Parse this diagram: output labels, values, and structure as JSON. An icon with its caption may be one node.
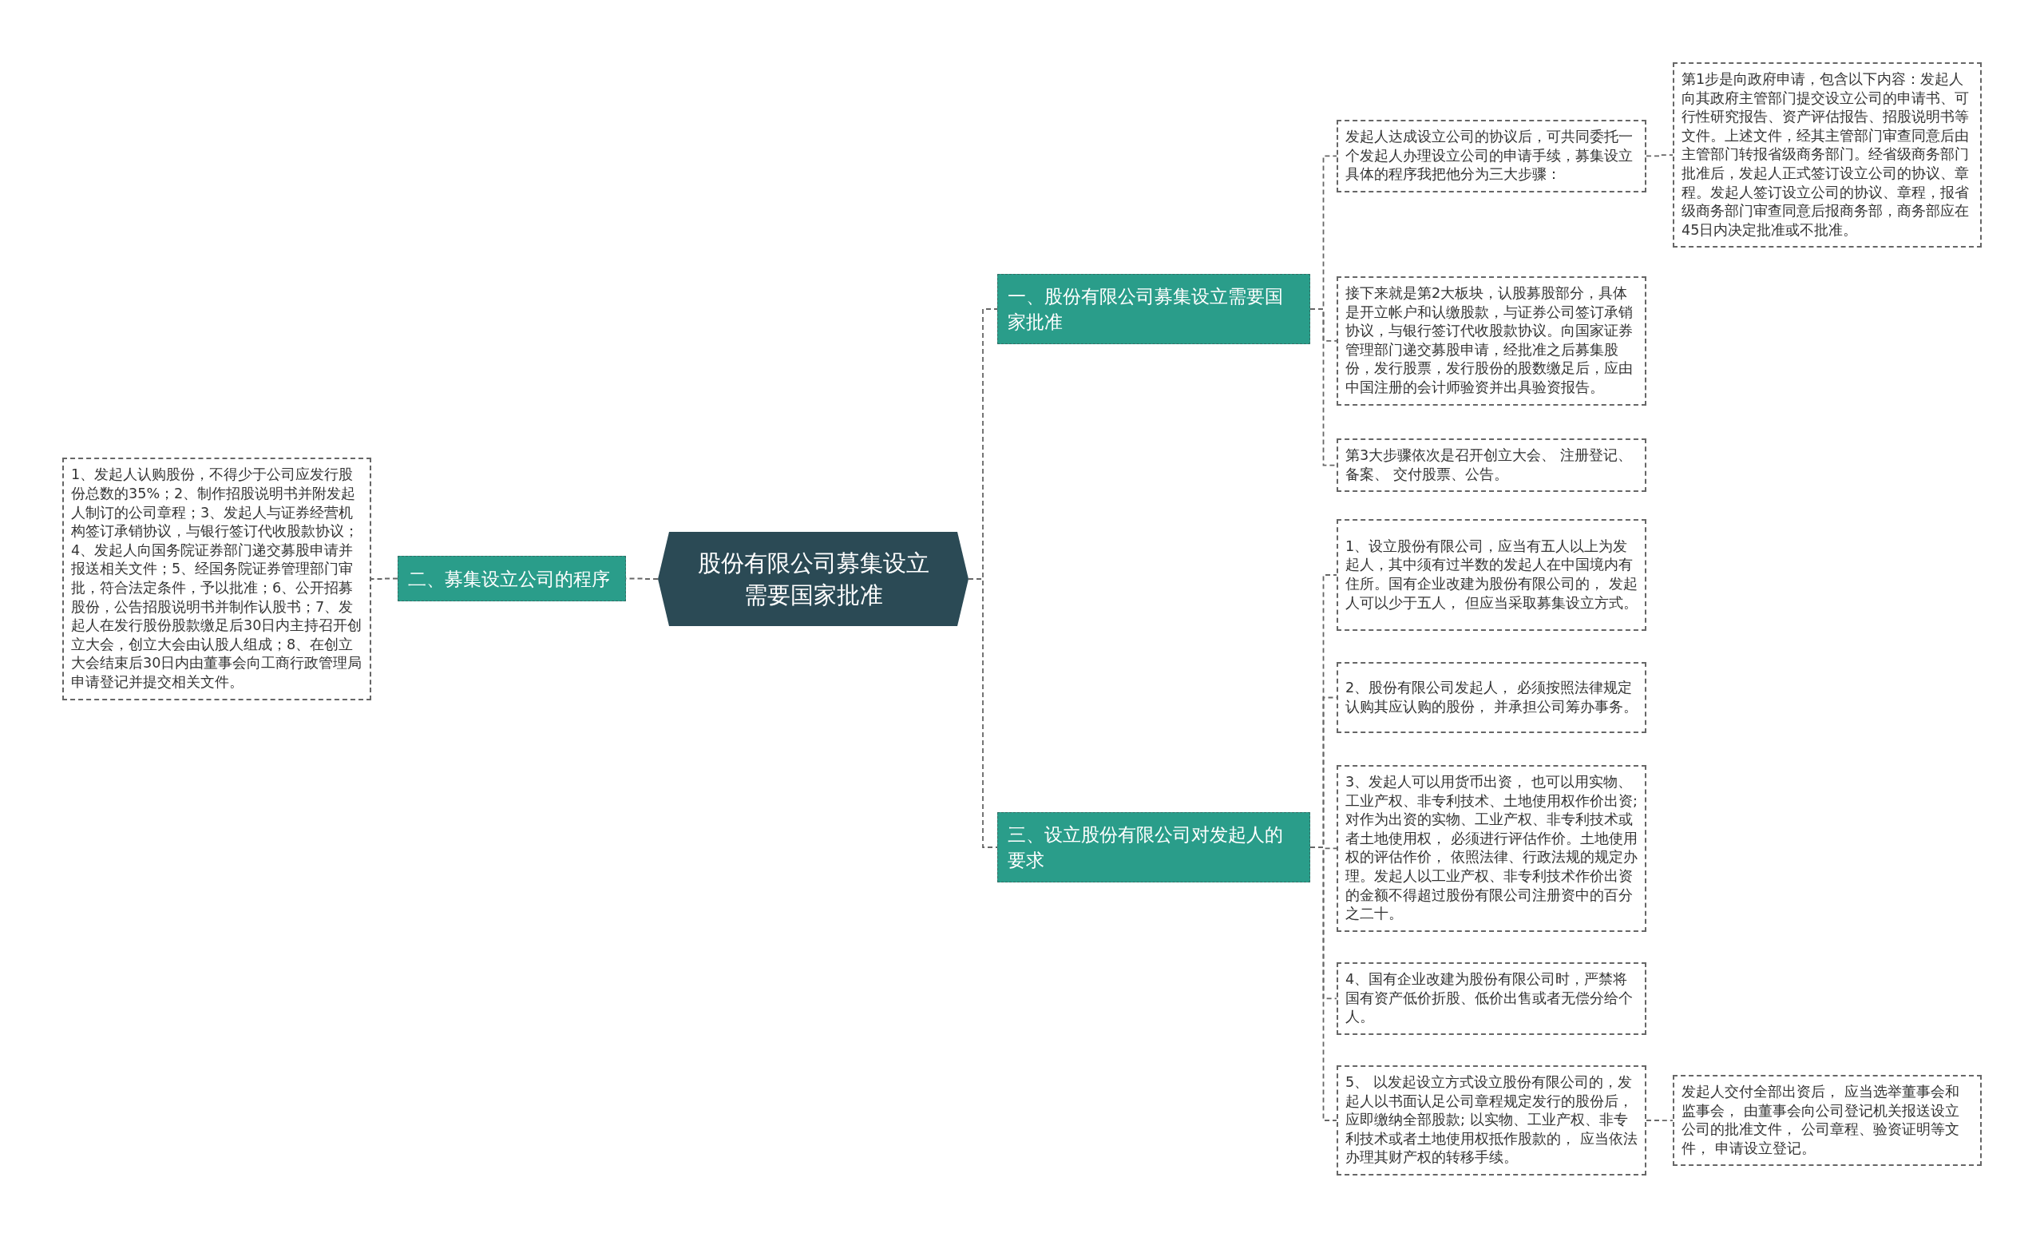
{
  "diagram": {
    "nodes": [
      {
        "text": [
          "股份有限公司募集设立需要国家批准"
        ]
      },
      {
        "text": [
          "一、股份有限公司募集设立需要国家批准"
        ]
      },
      {
        "text": [
          "二、募集设立公司的程序"
        ]
      },
      {
        "text": [
          "三、设立股份有限公司对发起人的要求"
        ]
      },
      {
        "text": [
          "1、发起人认购股份，不得少于公司应发行股份总数的35%；2、制作招股说明书并附发起人制订的公司章程；3、发起人与证券经营机构签订承销协议，与银行签订代收股款协议；4、发起人向国务院证券部门递交募股申请并报送相关文件；5、经国务院证券管理部门审批，符合法定条件，予以批准；6、公开招募股份，公告招股说明书并制作认股书；7、发起人在发行股份股款缴足后30日内主持召开创立大会，创立大会由认股人组成；8、在创立大会结束后30日内由董事会向工商行政管理局申请登记并提交相关文件。"
        ]
      },
      {
        "text": [
          "发起人达成设立公司的协议后，可共同委托一个发起人办理设立公司的申请手续，募集设立具体的程序我把他分为三大步骤："
        ]
      },
      {
        "text": [
          "第1步是向政府申请，包含以下内容：发起人向其政府主管部门提交设立公司的申请书、可行性研究报告、资产评估报告、招股说明书等文件。上述文件，经其主管部门审查同意后由主管部门转报省级商务部门。经省级商务部门批准后，发起人正式签订设立公司的协议、章程。发起人签订设立公司的协议、章程，报省级商务部门审查同意后报商务部，商务部应在45日内决定批准或不批准。"
        ]
      },
      {
        "text": [
          "接下来就是第2大板块，认股募股部分，具体是开立帐户和认缴股款，与证券公司签订承销协议，与银行签订代收股款协议。向国家证券管理部门递交募股申请，经批准之后募集股份，发行股票，发行股份的股数缴足后，应由中国注册的会计师验资并出具验资报告。"
        ]
      },
      {
        "text": [
          "第3大步骤依次是召开创立大会、 注册登记、备案、 交付股票、公告。"
        ]
      },
      {
        "text": [
          "1、设立股份有限公司，应当有五人以上为发起人，其中须有过半数的发起人在中国境内有住所。国有企业改建为股份有限公司的， 发起人可以少于五人， 但应当采取募集设立方式。"
        ]
      },
      {
        "text": [
          "2、股份有限公司发起人， 必须按照法律规定认购其应认购的股份， 并承担公司筹办事务。"
        ]
      },
      {
        "text": [
          "3、发起人可以用货币出资， 也可以用实物、工业产权、非专利技术、土地使用权作价出资; 对作为出资的实物、工业产权、非专利技术或者土地使用权， 必须进行评估作价。土地使用权的评估作价， 依照法律、行政法规的规定办理。发起人以工业产权、非专利技术作价出资的金额不得超过股份有限公司注册资中的百分之二十。"
        ]
      },
      {
        "text": [
          "4、国有企业改建为股份有限公司时，严禁将国有资产低价折股、低价出售或者无偿分给个人。"
        ]
      },
      {
        "text": [
          "5、 以发起设立方式设立股份有限公司的，发起人以书面认足公司章程规定发行的股份后，应即缴纳全部股款; 以实物、工业产权、非专利技术或者土地使用权抵作股款的， 应当依法办理其财产权的转移手续。"
        ]
      },
      {
        "text": [
          "发起人交付全部出资后， 应当选举董事会和监事会， 由董事会向公司登记机关报送设立公司的批准文件， 公司章程、验资证明等文件， 申请设立登记。"
        ]
      }
    ],
    "edges": [
      {
        "from": 0,
        "to": 1,
        "arrow": "none"
      },
      {
        "from": 0,
        "to": 2,
        "arrow": "none"
      },
      {
        "from": 0,
        "to": 3,
        "arrow": "none"
      },
      {
        "from": 2,
        "to": 4,
        "arrow": "none"
      },
      {
        "from": 1,
        "to": 5,
        "arrow": "none"
      },
      {
        "from": 1,
        "to": 7,
        "arrow": "none"
      },
      {
        "from": 1,
        "to": 8,
        "arrow": "none"
      },
      {
        "from": 5,
        "to": 6,
        "arrow": "none"
      },
      {
        "from": 3,
        "to": 9,
        "arrow": "none"
      },
      {
        "from": 3,
        "to": 10,
        "arrow": "none"
      },
      {
        "from": 3,
        "to": 11,
        "arrow": "none"
      },
      {
        "from": 3,
        "to": 12,
        "arrow": "none"
      },
      {
        "from": 3,
        "to": 13,
        "arrow": "none"
      },
      {
        "from": 13,
        "to": 14,
        "arrow": "none"
      }
    ]
  }
}
